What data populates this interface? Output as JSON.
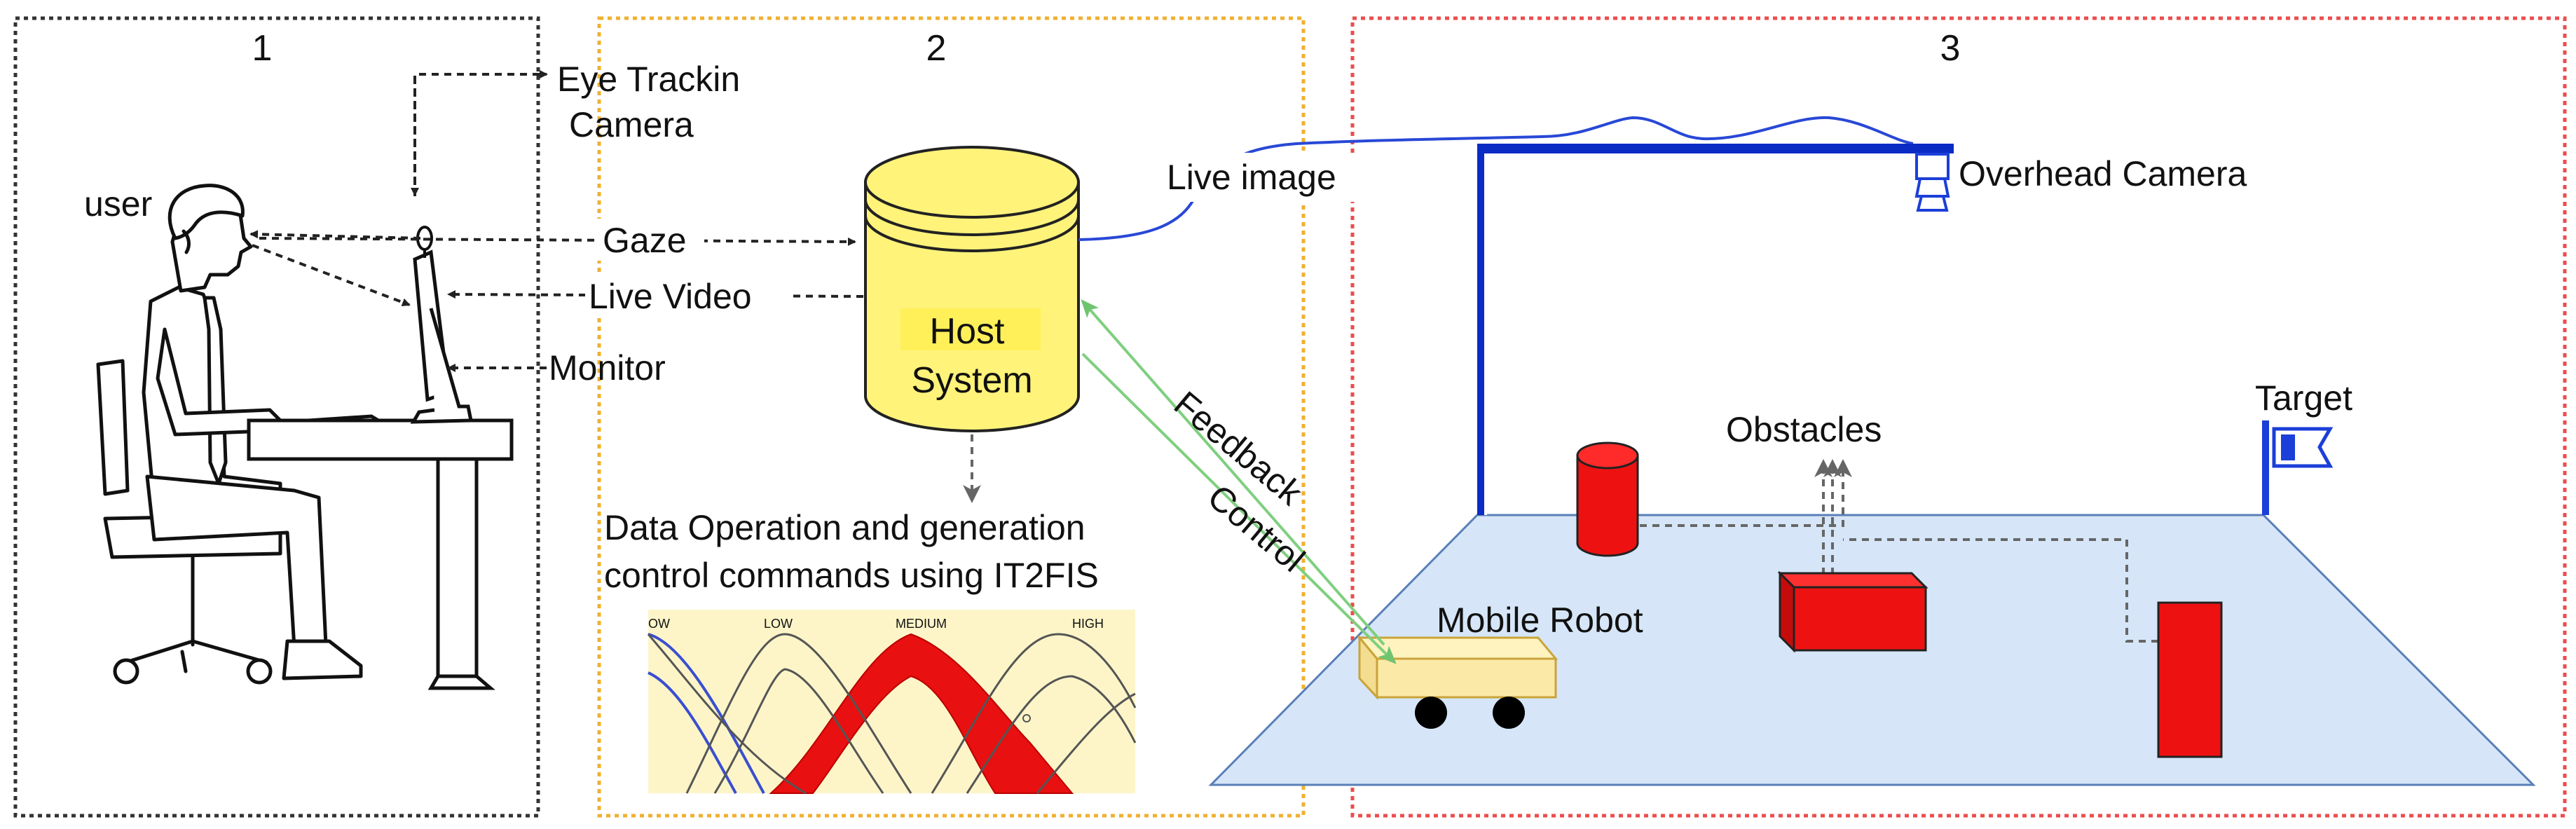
{
  "panels": [
    {
      "number": "1",
      "border_color": "#333333"
    },
    {
      "number": "2",
      "border_color": "#f0b030"
    },
    {
      "number": "3",
      "border_color": "#ec4d4d"
    }
  ],
  "user_side": {
    "user_label": "user",
    "eye_tracker_label_line1": "Eye Trackin",
    "eye_tracker_label_line2": "Camera",
    "monitor_label": "Monitor",
    "gaze_label": "Gaze",
    "live_video_label": "Live Video"
  },
  "host": {
    "label_line1": "Host",
    "label_line2": "System",
    "live_image_label": "Live image",
    "operation_line1": "Data Operation and generation",
    "operation_line2": "control commands using IT2FIS",
    "fis_labels": [
      "OW",
      "LOW",
      "MEDIUM",
      "HIGH"
    ],
    "cylinder_color": "#fff37a"
  },
  "arena": {
    "overhead_camera_label": "Overhead Camera",
    "obstacles_label": "Obstacles",
    "target_label": "Target",
    "robot_label": "Mobile Robot",
    "feedback_label": "Feedback",
    "control_label": "Control",
    "floor_color": "#d6e6f8",
    "obstacle_color": "#ee1111",
    "frame_color": "#0a2bc4",
    "arrow_color": "#7fcf7f"
  }
}
